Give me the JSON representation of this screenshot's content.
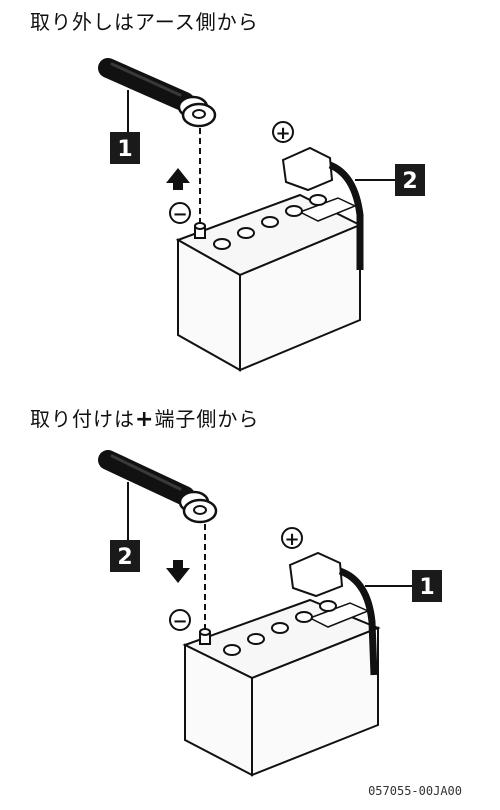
{
  "steps": [
    {
      "heading": "取り外しはアース側から",
      "cable_callout": "1",
      "clamp_callout": "2",
      "positive_sign": "+",
      "negative_sign": "−",
      "arrow_direction": "up"
    },
    {
      "heading_prefix": "取り付けは",
      "heading_plus": "+",
      "heading_suffix": "端子側から",
      "cable_callout": "2",
      "clamp_callout": "1",
      "positive_sign": "+",
      "negative_sign": "−",
      "arrow_direction": "down"
    }
  ],
  "footer_code": "057055-00JA00",
  "colors": {
    "ink": "#111111",
    "callout_bg": "#1a1a1a",
    "battery_fill": "#f7f7f7"
  }
}
